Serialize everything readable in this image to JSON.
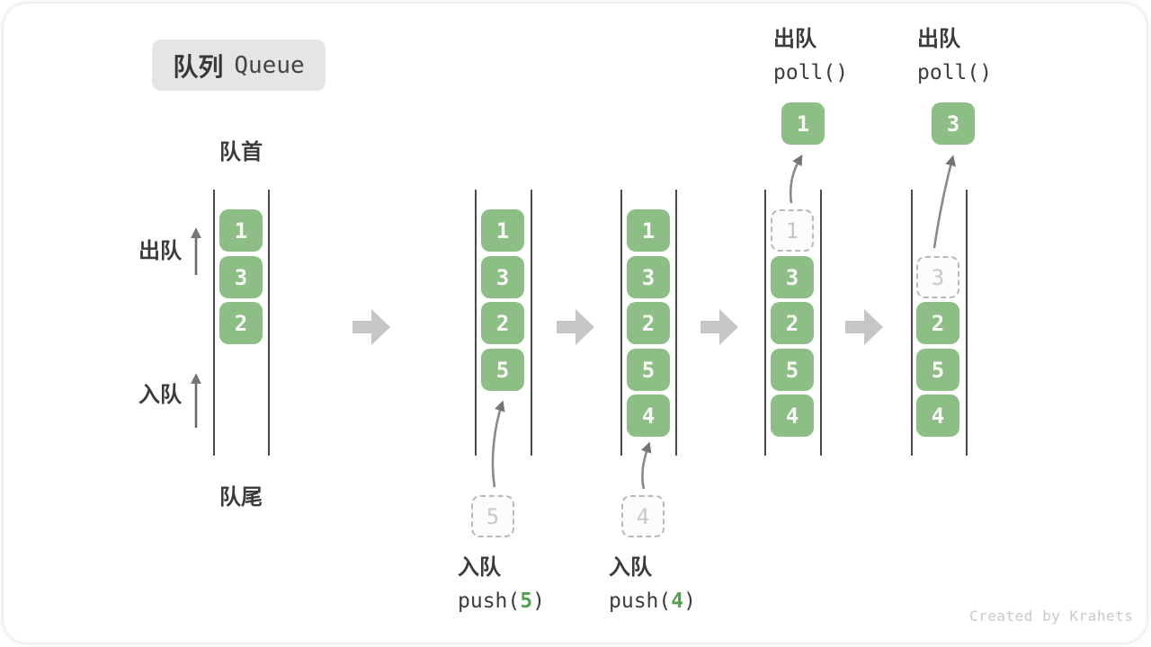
{
  "title": {
    "zh": "队列",
    "en": "Queue"
  },
  "labels": {
    "front": "队首",
    "rear": "队尾",
    "dequeue": "出队",
    "enqueue": "入队"
  },
  "states": [
    {
      "name": "initial",
      "cells": [
        "1",
        "3",
        "2"
      ]
    },
    {
      "name": "after-push-5",
      "cells": [
        "1",
        "3",
        "2",
        "5"
      ],
      "staged": "5"
    },
    {
      "name": "after-push-4",
      "cells": [
        "1",
        "3",
        "2",
        "5",
        "4"
      ],
      "staged": "4"
    },
    {
      "name": "after-poll-1",
      "removed": "1",
      "cells": [
        "3",
        "2",
        "5",
        "4"
      ],
      "popped": "1"
    },
    {
      "name": "after-poll-3",
      "removed": "3",
      "cells": [
        "2",
        "5",
        "4"
      ],
      "popped": "3"
    }
  ],
  "operations": {
    "push5": {
      "label": "入队",
      "fn_open": "push(",
      "arg": "5",
      "fn_close": ")"
    },
    "push4": {
      "label": "入队",
      "fn_open": "push(",
      "arg": "4",
      "fn_close": ")"
    },
    "poll1": {
      "label": "出队",
      "code": "poll()"
    },
    "poll2": {
      "label": "出队",
      "code": "poll()"
    }
  },
  "watermark": "Created by Krahets",
  "colors": {
    "cell_green": "#8CBE86",
    "code_green": "#55A04E",
    "block_arrow_gray": "#C6C6C6",
    "thin_arrow_gray": "#757575",
    "wall_gray": "#4A4A4A",
    "badge_bg": "#E5E5E5",
    "dashed_border": "#B9B9B9"
  }
}
